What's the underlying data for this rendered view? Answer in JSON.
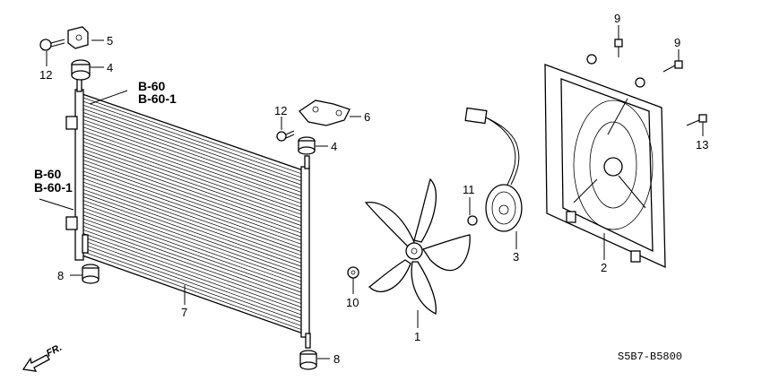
{
  "callouts": {
    "c1": "1",
    "c2": "2",
    "c3": "3",
    "c4a": "4",
    "c4b": "4",
    "c5": "5",
    "c6": "6",
    "c7": "7",
    "c8a": "8",
    "c8b": "8",
    "c9a": "9",
    "c9b": "9",
    "c10": "10",
    "c11": "11",
    "c12a": "12",
    "c12b": "12",
    "c13": "13"
  },
  "references": {
    "top_a": "B-60",
    "top_b": "B-60-1",
    "left_a": "B-60",
    "left_b": "B-60-1"
  },
  "orientation_label": "FR.",
  "diagram_code": "S5B7-B5800",
  "colors": {
    "ink": "#000000",
    "paper": "#ffffff"
  }
}
